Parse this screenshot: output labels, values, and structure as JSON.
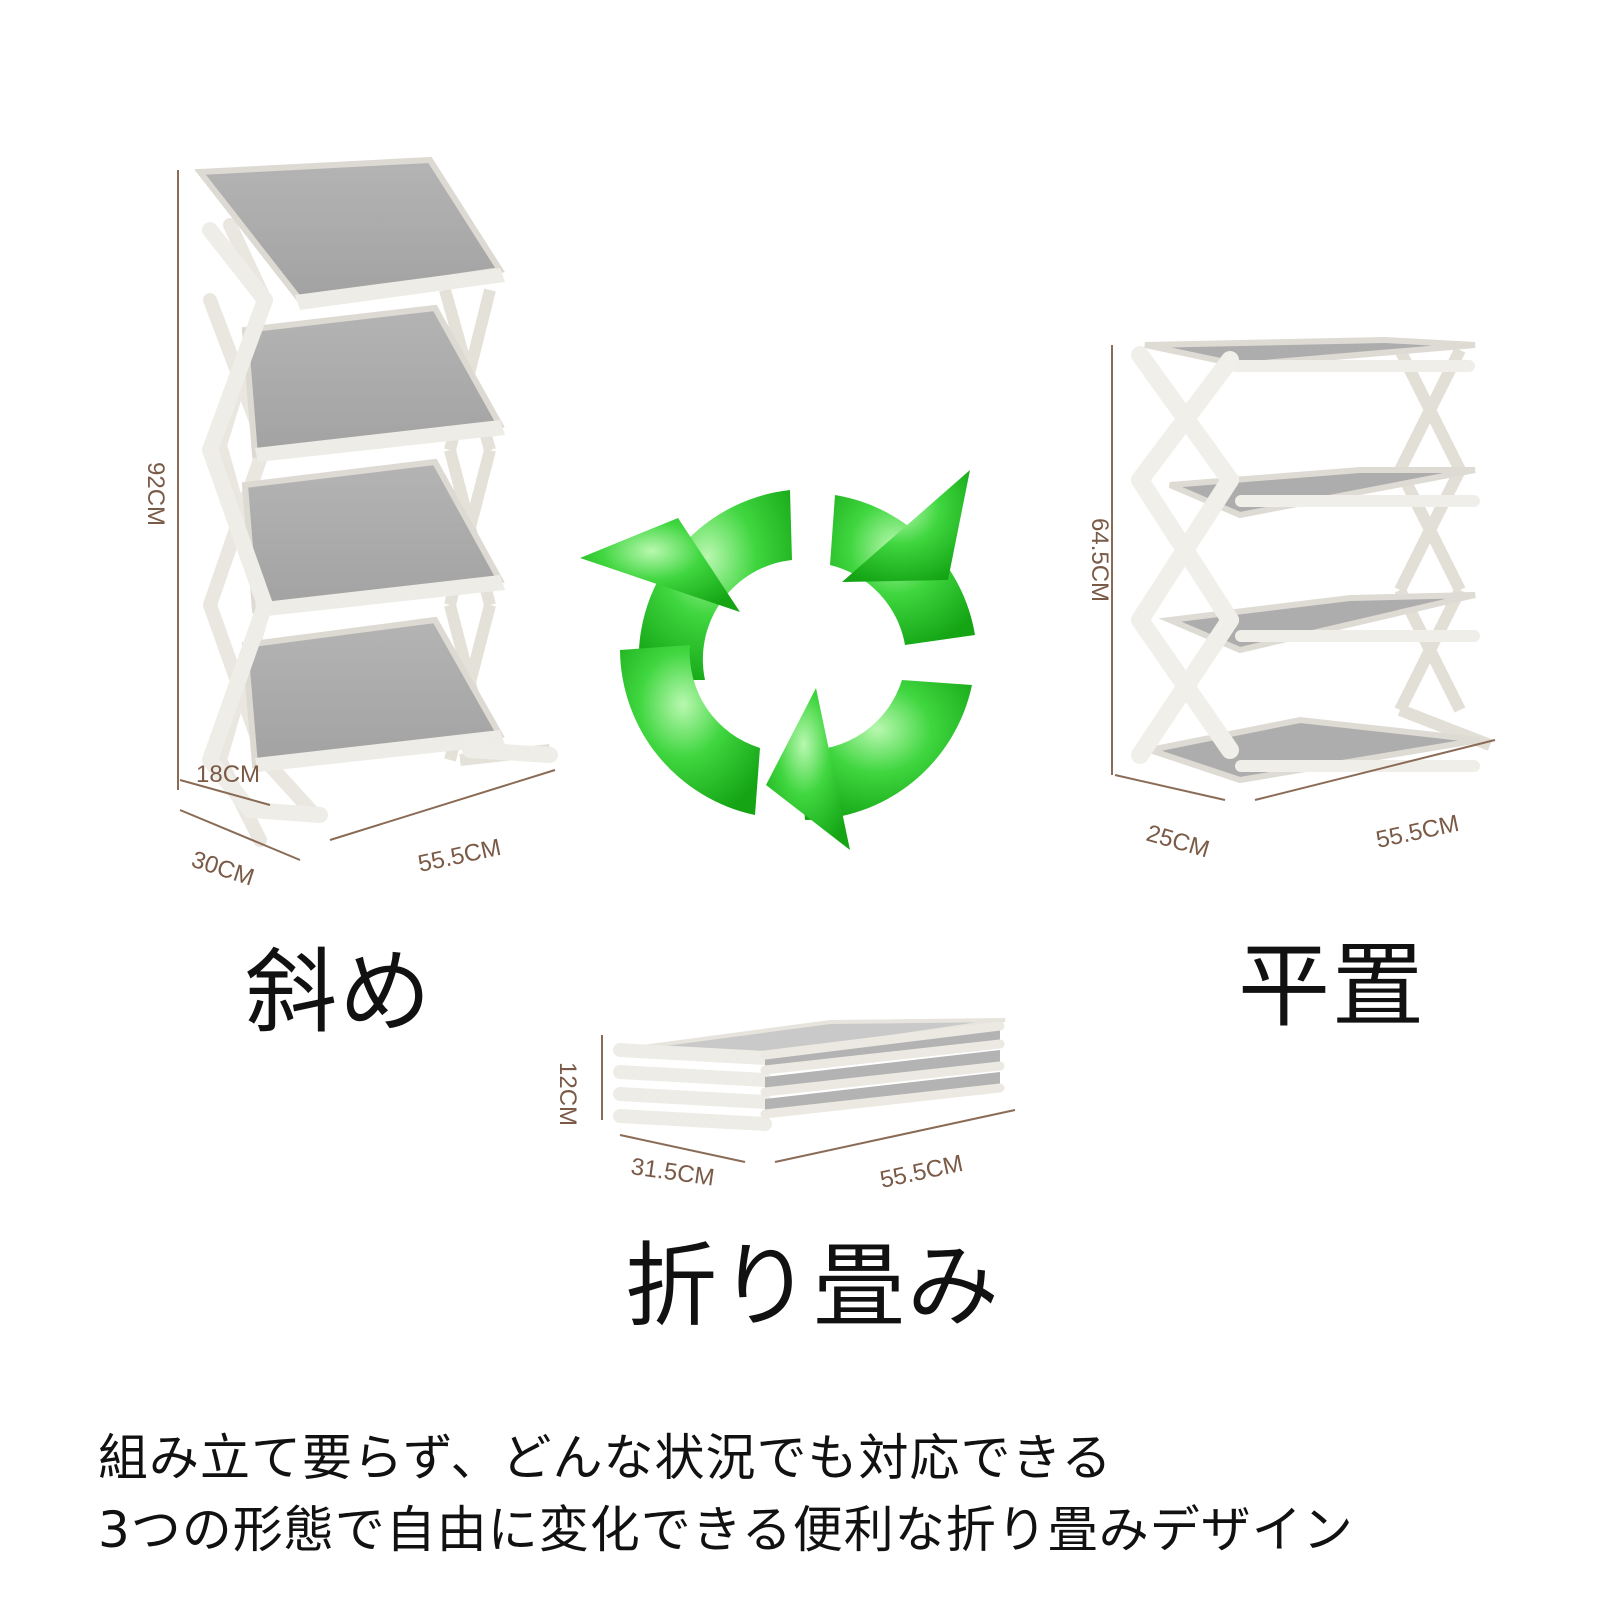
{
  "slanted": {
    "label": "斜め",
    "height": "92CM",
    "tilt": "18CM",
    "depth": "30CM",
    "width": "55.5CM"
  },
  "flat": {
    "label": "平置",
    "height": "64.5CM",
    "depth": "25CM",
    "width": "55.5CM"
  },
  "folded": {
    "label": "折り畳み",
    "height": "12CM",
    "depth": "31.5CM",
    "width": "55.5CM"
  },
  "arrows_icon": "recycle-arrows-icon",
  "colors": {
    "arrow_green": "#2fc42f",
    "dimension_text": "#7a5a46",
    "shelf_gray": "#a9a9a9"
  },
  "caption": {
    "line1": "組み立て要らず、どんな状況でも対応できる",
    "line2": "3つの形態で自由に変化できる便利な折り畳みデザイン"
  }
}
